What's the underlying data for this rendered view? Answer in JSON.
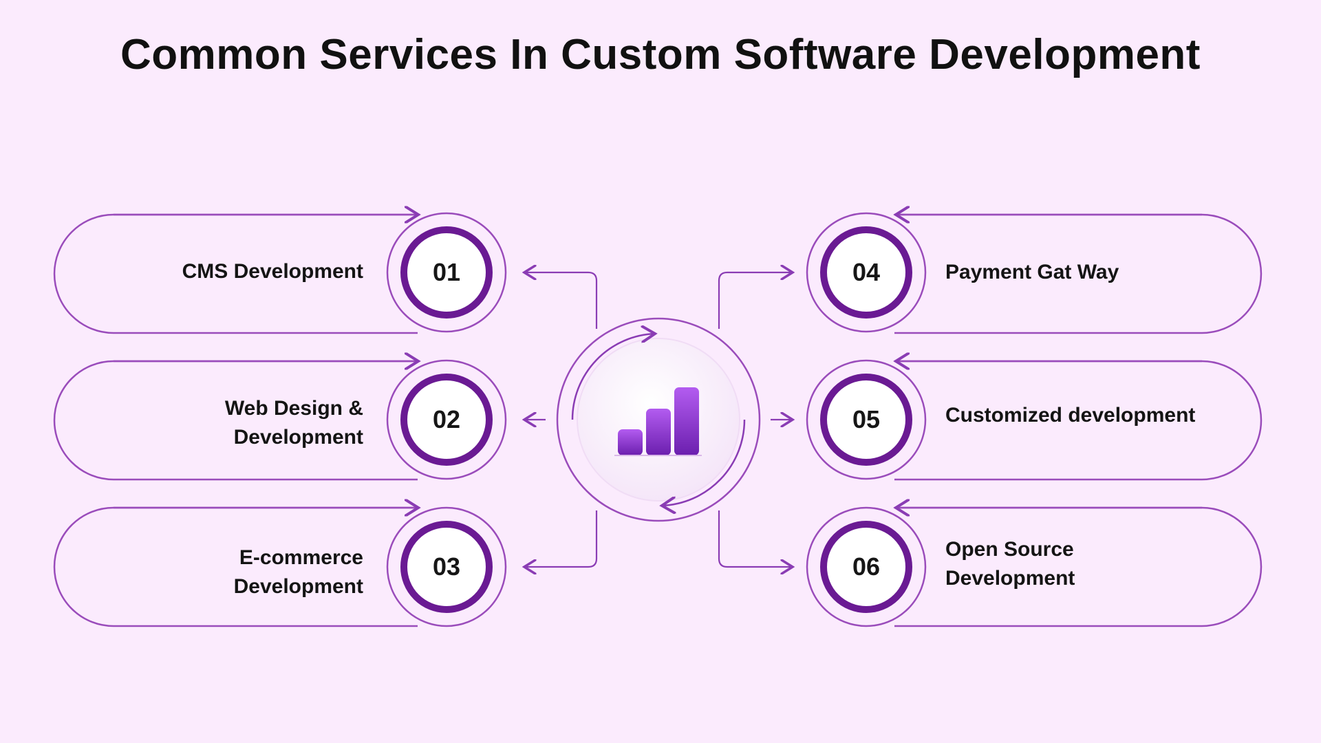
{
  "title": "Common Services In Custom Software Development",
  "colors": {
    "background": "#fbebfd",
    "accent": "#6a1a93",
    "outline": "#9a4cbb",
    "bar": "#8a37cf"
  },
  "center": {
    "icon": "bar-chart-icon"
  },
  "services": [
    {
      "number": "01",
      "label": "CMS Development"
    },
    {
      "number": "02",
      "label": "Web Design &\nDevelopment"
    },
    {
      "number": "03",
      "label": "E-commerce\nDevelopment"
    },
    {
      "number": "04",
      "label": "Payment Gat Way"
    },
    {
      "number": "05",
      "label": "Customized development"
    },
    {
      "number": "06",
      "label": "Open Source\nDevelopment"
    }
  ]
}
